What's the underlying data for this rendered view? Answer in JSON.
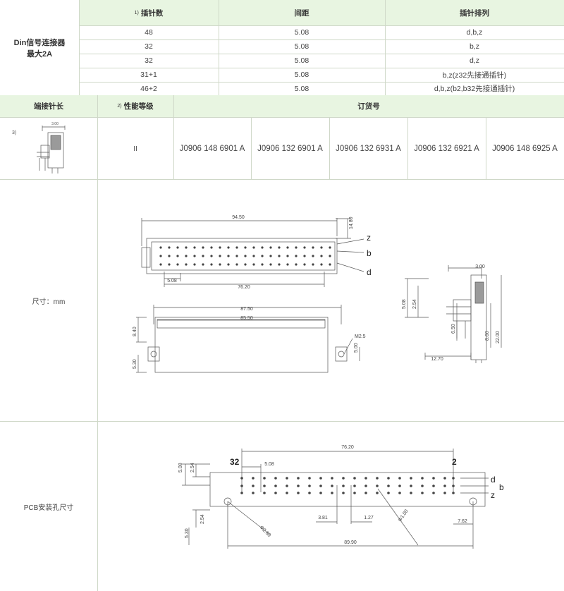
{
  "spec": {
    "title_line1": "Din信号连接器",
    "title_line2": "最大2A",
    "headers": {
      "pins_sup": "1)",
      "pins": "插针数",
      "spacing": "间距",
      "arrangement": "插针排列"
    },
    "rows": [
      {
        "pins": "48",
        "spacing": "5.08",
        "arr": "d,b,z"
      },
      {
        "pins": "32",
        "spacing": "5.08",
        "arr": "b,z"
      },
      {
        "pins": "32",
        "spacing": "5.08",
        "arr": "d,z"
      },
      {
        "pins": "31+1",
        "spacing": "5.08",
        "arr": "b,z(z32先接通插针)"
      },
      {
        "pins": "46+2",
        "spacing": "5.08",
        "arr": "d,b,z(b2,b32先接通插针)"
      }
    ]
  },
  "order": {
    "headers": {
      "pin_length": "端接针长",
      "level_sup": "2)",
      "level": "性能等级",
      "order_no": "订货号"
    },
    "thumb_note": "3)",
    "thumb_dim": "3.00",
    "level_value": "II",
    "numbers": [
      "J0906 148 6901 A",
      "J0906 132 6901 A",
      "J0906 132 6931 A",
      "J0906 132 6921 A",
      "J0906 148 6925 A"
    ]
  },
  "dimensions": {
    "label": "尺寸：mm",
    "top": {
      "d1": "94.50",
      "d2": "14.80",
      "d3": "5.08",
      "d4": "76.20",
      "z": "z",
      "b": "b",
      "d": "d"
    },
    "front": {
      "d1": "87.50",
      "d2": "85.50",
      "d3": "8.40",
      "d4": "5.30",
      "d5": "5.00",
      "m": "M2.5"
    },
    "side": {
      "d1": "3.00",
      "d2": "5.08",
      "d3": "2.54",
      "d4": "6.50",
      "d5": "8.60",
      "d6": "22.00",
      "d7": "12.70"
    }
  },
  "pcb": {
    "label": "PCB安装孔尺寸",
    "n32": "32",
    "n2": "2",
    "d1": "76.20",
    "d2": "5.08",
    "d3": "5.08",
    "d4": "2.54",
    "d5": "2.54",
    "d6": "5.30",
    "d7": "Φ2.80",
    "d8": "3.81",
    "d9": "1.27",
    "d10": "Φ1.00",
    "d11": "7.62",
    "d12": "89.90",
    "z": "z",
    "b": "b",
    "d": "d"
  }
}
